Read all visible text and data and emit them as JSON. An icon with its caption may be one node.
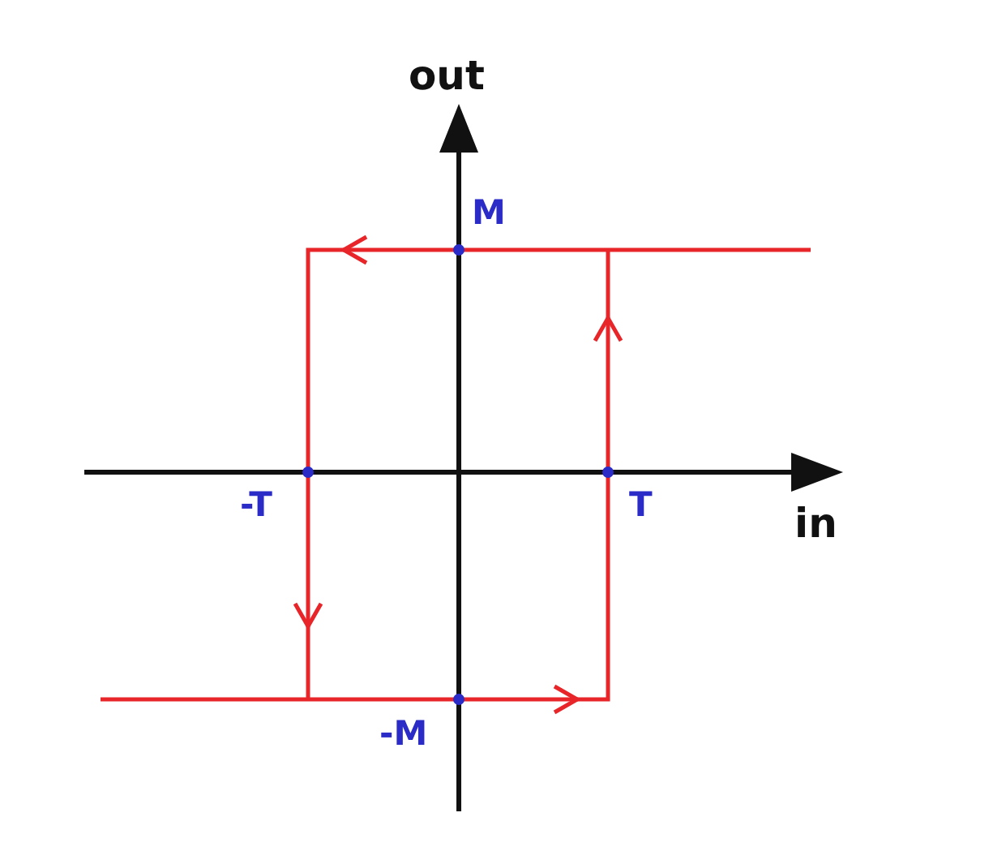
{
  "diagram": {
    "labels": [
      "out",
      "M",
      "-T",
      "T",
      "in",
      "-M"
    ]
  }
}
